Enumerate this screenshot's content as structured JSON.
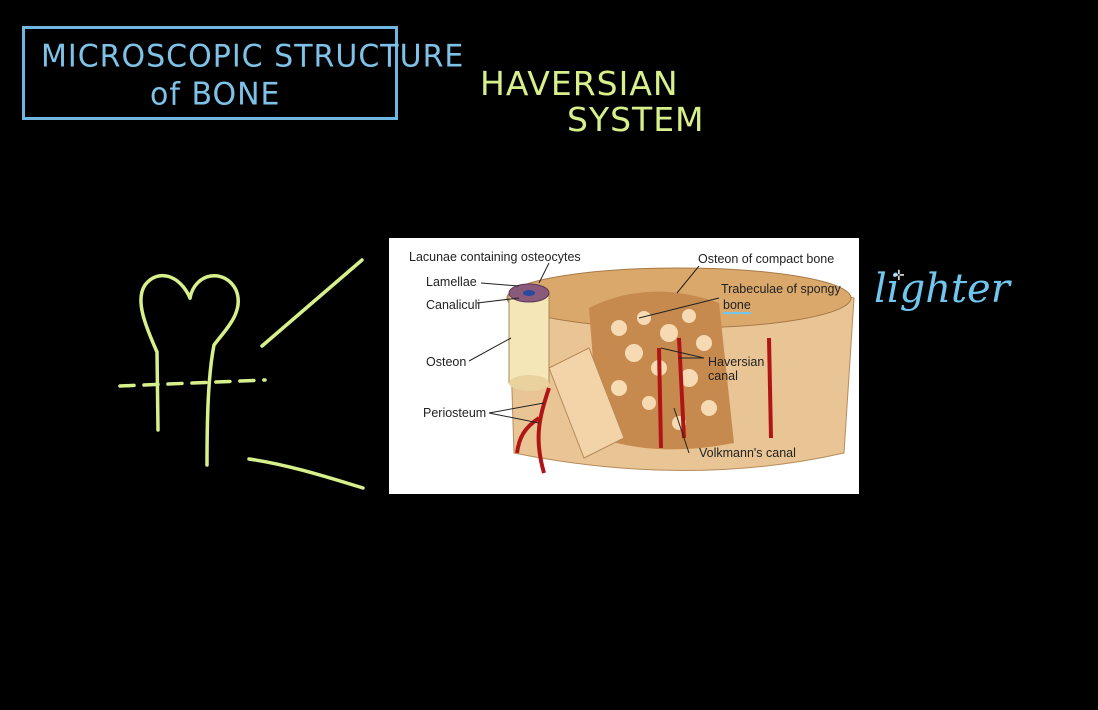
{
  "title": {
    "line1": "MICROSCOPIC STRUCTURE",
    "line2": "of BONE"
  },
  "heading": {
    "line1": "HAVERSIAN",
    "line2": "SYSTEM"
  },
  "annotation": "lighter",
  "colors": {
    "background": "#000000",
    "title_blue": "#6fb6e0",
    "chalk_green": "#d8f08c",
    "annotation_blue": "#6fc7f0",
    "bone_tan": "#e9c595",
    "vessel_red": "#b01515"
  },
  "figure": {
    "labels": {
      "lacunae": "Lacunae containing osteocytes",
      "lamellae": "Lamellae",
      "canaliculi": "Canaliculi",
      "osteon": "Osteon",
      "periosteum": "Periosteum",
      "osteon_compact": "Osteon of compact bone",
      "trabeculae_line1": "Trabeculae of spongy",
      "trabeculae_line2": "bone",
      "haversian_line1": "Haversian",
      "haversian_line2": "canal",
      "volkmann": "Volkmann's canal"
    }
  }
}
